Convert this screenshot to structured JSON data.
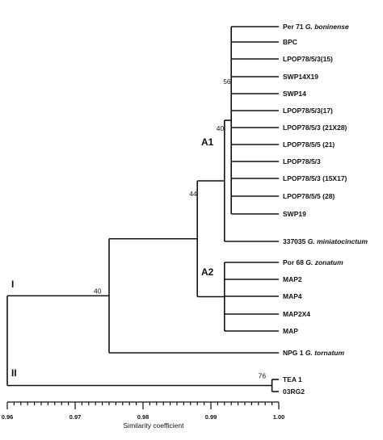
{
  "leaves": [
    {
      "code": "Per 71",
      "species": "G. boninense"
    },
    {
      "code": "BPC",
      "species": ""
    },
    {
      "code": "LPOP78/5/3(15)",
      "species": ""
    },
    {
      "code": "SWP14X19",
      "species": ""
    },
    {
      "code": "SWP14",
      "species": ""
    },
    {
      "code": "LPOP78/5/3(17)",
      "species": ""
    },
    {
      "code": "LPOP78/5/3 (21X28)",
      "species": ""
    },
    {
      "code": "LPOP78/5/5 (21)",
      "species": ""
    },
    {
      "code": "LPOP78/5/3",
      "species": ""
    },
    {
      "code": "LPOP78/5/3 (15X17)",
      "species": ""
    },
    {
      "code": "LPOP78/5/5 (28)",
      "species": ""
    },
    {
      "code": "SWP19",
      "species": ""
    },
    {
      "code": "337035",
      "species": "G. miniatocinctum"
    },
    {
      "code": "Por 68",
      "species": "G. zonatum"
    },
    {
      "code": "MAP2",
      "species": ""
    },
    {
      "code": "MAP4",
      "species": ""
    },
    {
      "code": "MAP2X4",
      "species": ""
    },
    {
      "code": "MAP",
      "species": ""
    },
    {
      "code": "NPG 1",
      "species": "G. tornatum"
    },
    {
      "code": "TEA 1",
      "species": ""
    },
    {
      "code": "03RG2",
      "species": ""
    }
  ],
  "clusters": [
    {
      "id": "A1",
      "members": [
        0,
        11
      ],
      "similarity": 0.993,
      "bootstrap": "56"
    },
    {
      "id": "A",
      "members": [
        0,
        12
      ],
      "similarity": 0.992,
      "bootstrap": "40"
    },
    {
      "id": "A2",
      "members": [
        13,
        17
      ],
      "similarity": 0.992,
      "bootstrap": ""
    },
    {
      "id": "AA",
      "members": [
        0,
        17
      ],
      "similarity": 0.988,
      "bootstrap": "44"
    },
    {
      "id": "I",
      "members": [
        0,
        18
      ],
      "similarity": 0.975,
      "bootstrap": "40"
    },
    {
      "id": "II",
      "members": [
        19,
        20
      ],
      "similarity": 0.999,
      "bootstrap": "76"
    },
    {
      "id": "root",
      "members": [
        0,
        20
      ],
      "similarity": 0.96,
      "bootstrap": ""
    }
  ],
  "group_labels": [
    "A1",
    "A2",
    "I",
    "II"
  ],
  "axis": {
    "title": "Similarity coefficient",
    "min": 0.96,
    "max": 1.0,
    "major_ticks": [
      0.96,
      0.97,
      0.98,
      0.99,
      1.0
    ],
    "tick_labels": [
      "0.96",
      "0.97",
      "0.98",
      "0.99",
      "1.00"
    ]
  }
}
